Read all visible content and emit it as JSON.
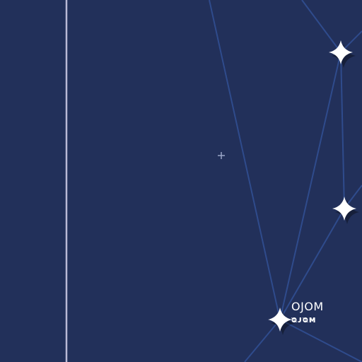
{
  "map": {
    "background_color": "#22305a",
    "hyperlane_color": "#2f4b8c",
    "boundary_color": "#b9b9d6",
    "star_color": "#ffffff"
  },
  "systems": [
    {
      "id": "ojom",
      "name": "OJOM",
      "subtitle": "ᴓᴊᴓᴍ"
    }
  ]
}
